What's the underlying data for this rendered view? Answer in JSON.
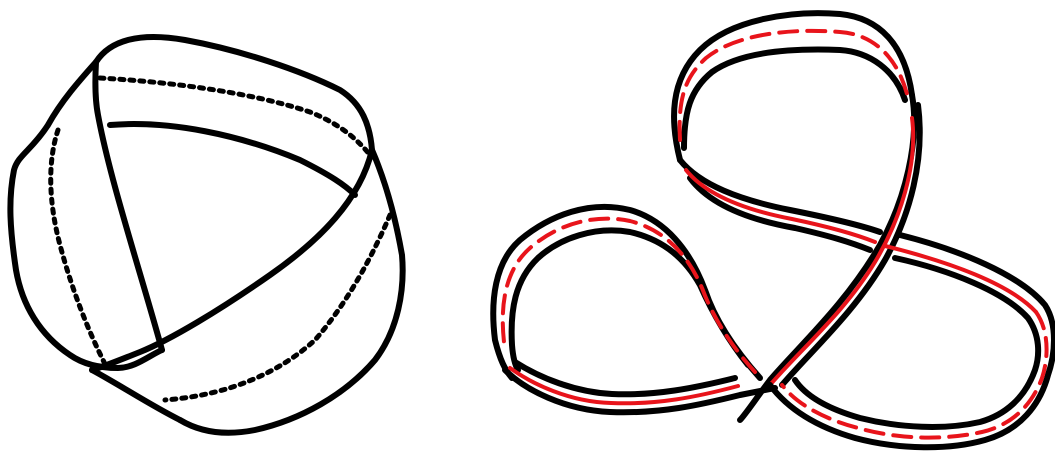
{
  "figure": {
    "panels": [
      {
        "name": "mobius-band-left",
        "description_type": "ribbon-band-with-half-twist",
        "hidden_edges": "dotted"
      },
      {
        "name": "trefoil-ribbon-right",
        "description_type": "figure-eight-ribbon-with-centerline",
        "centerline": "dashed-and-solid"
      }
    ]
  },
  "colors": {
    "background": "#ffffff",
    "edge": "#000000",
    "centerline": "#e8141b"
  }
}
